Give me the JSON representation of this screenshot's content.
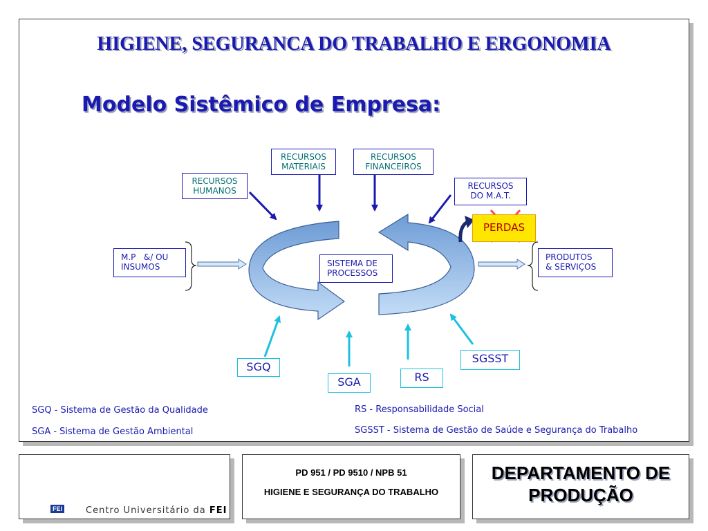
{
  "header": {
    "title": "HIGIENE, SEGURANCA DO TRABALHO E ERGONOMIA",
    "subtitle": "Modelo Sistêmico de Empresa:"
  },
  "diagram": {
    "recursos_humanos": "RECURSOS\nHUMANOS",
    "recursos_materiais": "RECURSOS\nMATERIAIS",
    "recursos_financeiros": "RECURSOS\nFINANCEIROS",
    "recursos_mat": "RECURSOS\nDO M.A.T.",
    "perdas": "PERDAS",
    "inputs": "M.P   &/ OU\nINSUMOS",
    "process": "SISTEMA DE\nPROCESSOS",
    "outputs": "PRODUTOS\n& SERVIÇOS",
    "sgq": "SGQ",
    "sga": "SGA",
    "rs": "RS",
    "sgsst": "SGSST"
  },
  "legend": {
    "sgq": "SGQ - Sistema de Gestão  da Qualidade",
    "sga": "SGA - Sistema de Gestão  Ambiental",
    "rs": "RS - Responsabilidade Social",
    "sgsst": "SGSST - Sistema de Gestão  de Saúde e Segurança do Trabalho"
  },
  "footer": {
    "logo_text_prefix": "Centro Universitário da ",
    "logo_text_bold": "FEI",
    "logo_tag": "FEI",
    "course_code": "PD 951 / PD 9510 / NPB 51",
    "course_name": "HIGIENE E SEGURANÇA DO TRABALHO",
    "department": "DEPARTAMENTO DE PRODUÇÃO"
  },
  "colors": {
    "title_blue": "#1a1ab0",
    "teal_text": "#006e72",
    "cyan_arrow": "#1cc0e0",
    "process_arrow": "#8fb8e8",
    "perdas_bg": "#ffe600",
    "perdas_text": "#b00000"
  }
}
